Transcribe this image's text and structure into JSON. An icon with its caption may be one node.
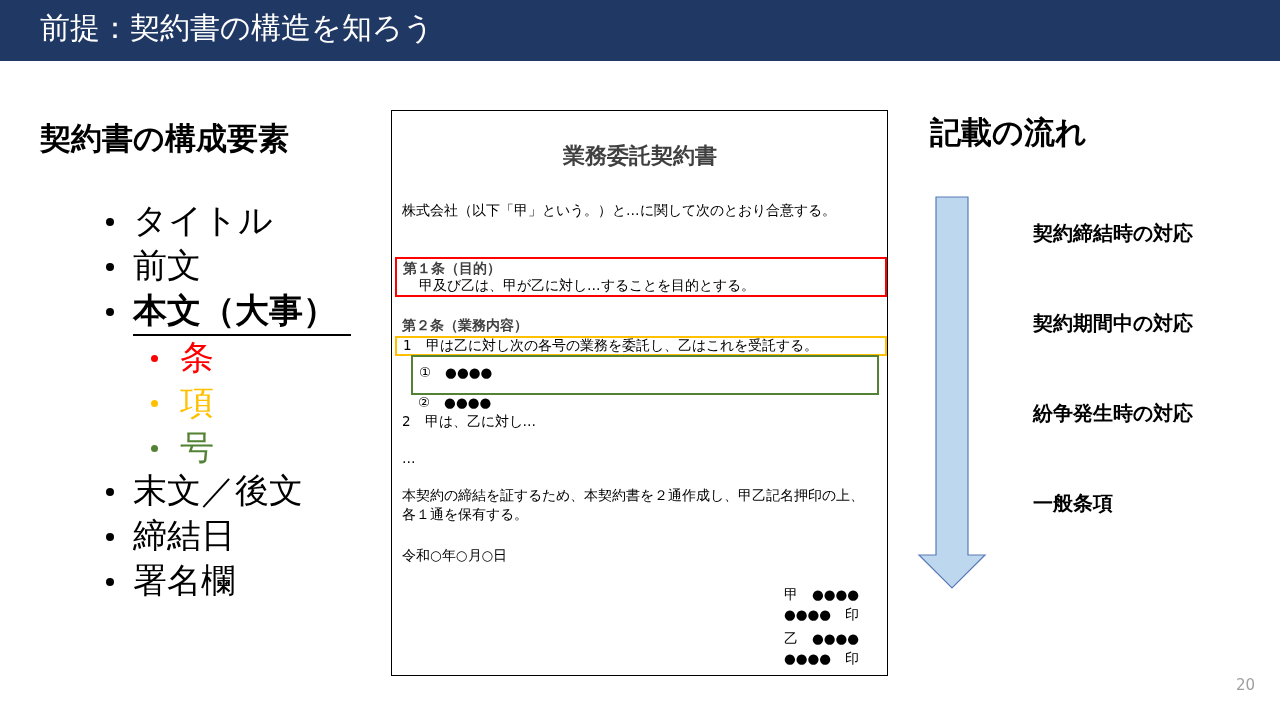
{
  "diagram": {
    "title": "前提：契約書の構造を知ろう",
    "nodes": [
      {
        "text": [
          "業務委託契約書",
          "株式会社（以下「甲」という。）と…に関して次のとおり合意する。",
          "第２条（業務内容）",
          "②　●●●●",
          "2　甲は、乙に対し…",
          "…",
          "本契約の締結を証するため、本契約書を２通作成し、甲乙記名押印の上、各１通を保有する。",
          "令和○年○月○日",
          "甲　●●●●",
          "●●●●　印",
          "乙　●●●●",
          "●●●●　印"
        ]
      },
      {
        "text": [
          "第１条（目的）",
          "甲及び乙は、甲が乙に対し…することを目的とする。"
        ],
        "in": 0
      },
      {
        "text": [
          "1　甲は乙に対し次の各号の業務を委託し、乙はこれを受託する。"
        ],
        "in": 0
      },
      {
        "text": [
          "①　●●●●"
        ],
        "in": 0
      }
    ],
    "edges": [],
    "labels": [
      "契約書の構成要素",
      "タイトル",
      "前文",
      "本文（大事）",
      "末文／後文",
      "締結日",
      "署名欄",
      "記載の流れ",
      "契約締結時の対応",
      "契約期間中の対応",
      "紛争発生時の対応",
      "一般条項",
      "20"
    ],
    "legend": [
      {
        "text": "条",
        "color": "#ff0000"
      },
      {
        "text": "項",
        "color": "#ffc000"
      },
      {
        "text": "号",
        "color": "#548235"
      }
    ]
  }
}
